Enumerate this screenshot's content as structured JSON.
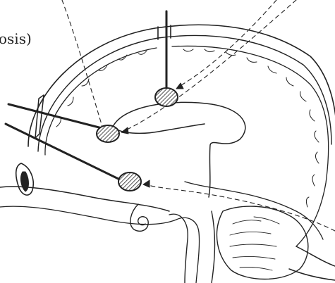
{
  "label": "osis)",
  "colors": {
    "ink": "#222222",
    "background": "#ffffff"
  },
  "hatched_targets": 3,
  "probes": 3
}
